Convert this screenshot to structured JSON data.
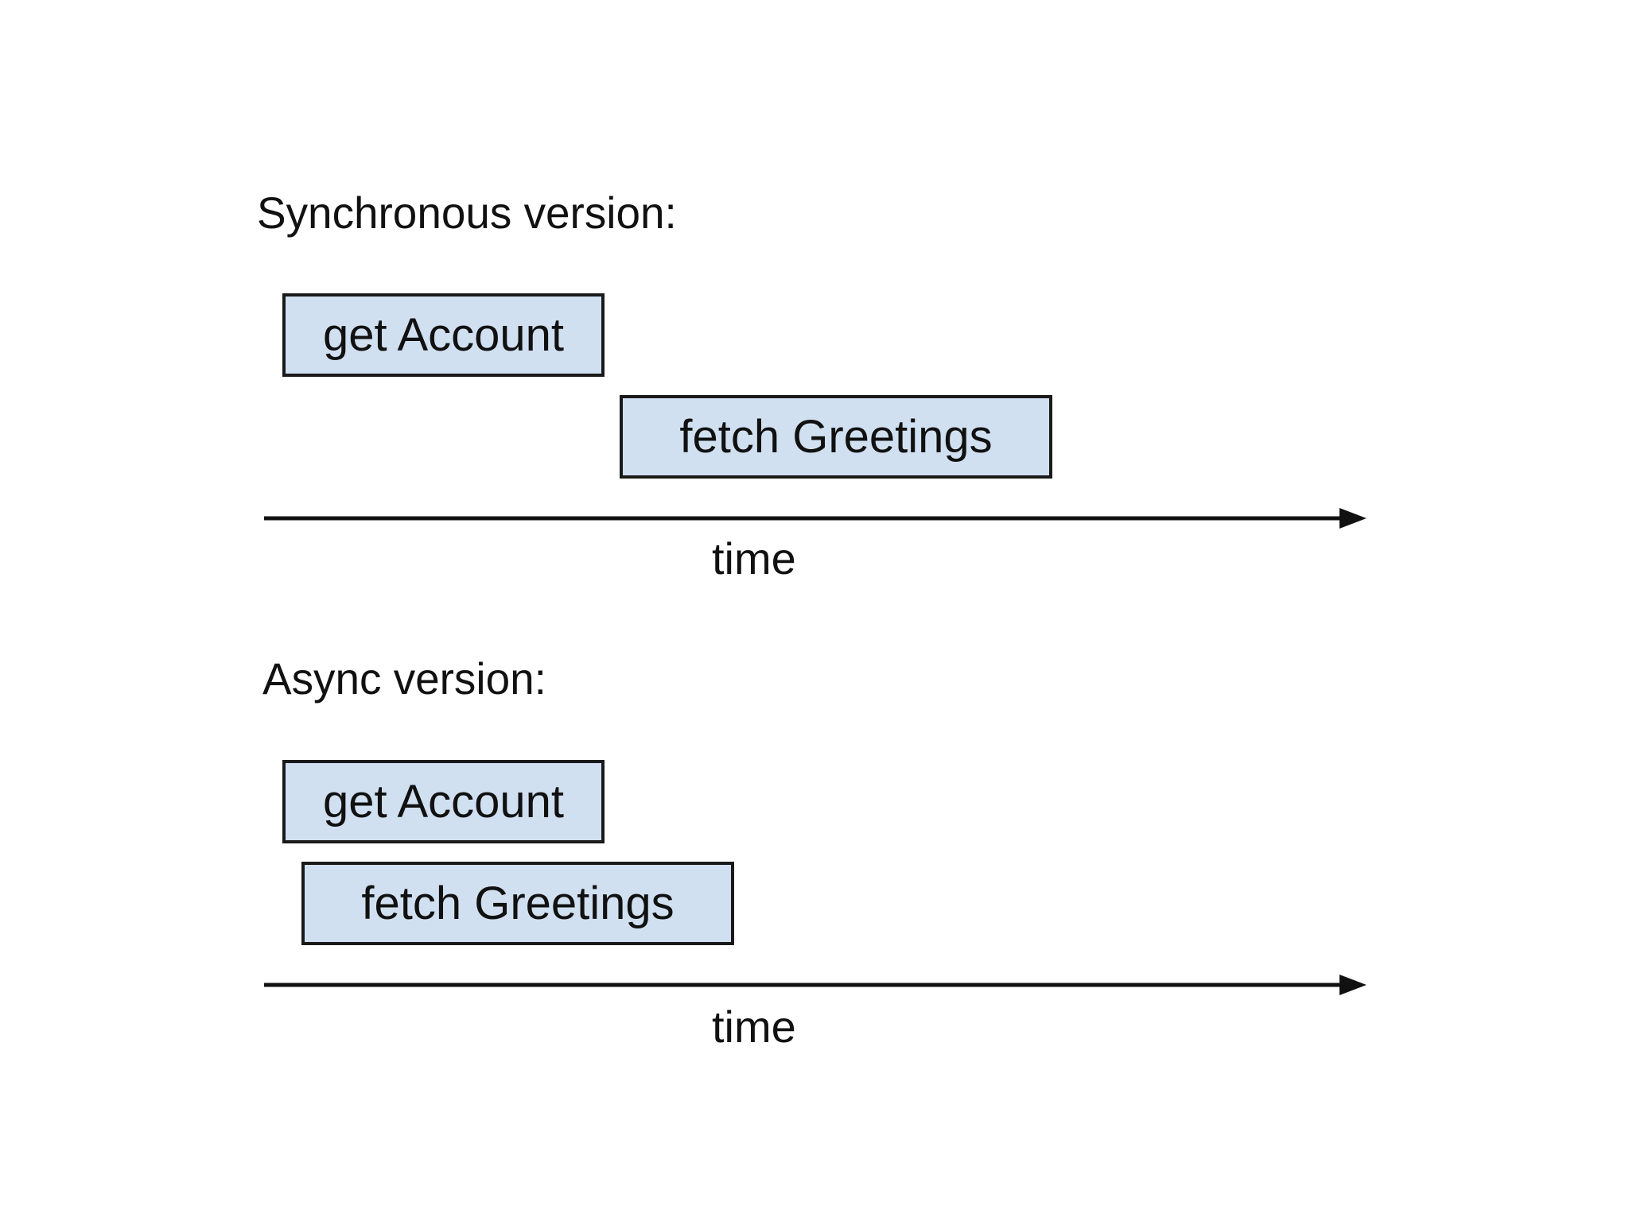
{
  "diagram": {
    "sync": {
      "title": "Synchronous version:",
      "box_get_account": "get Account",
      "box_fetch_greetings": "fetch Greetings",
      "axis_label": "time"
    },
    "async": {
      "title": "Async version:",
      "box_get_account": "get Account",
      "box_fetch_greetings": "fetch Greetings",
      "axis_label": "time"
    },
    "colors": {
      "box_fill": "#d0e0f1",
      "box_border": "#1a1a1a",
      "axis": "#111111",
      "background": "#ffffff"
    }
  }
}
